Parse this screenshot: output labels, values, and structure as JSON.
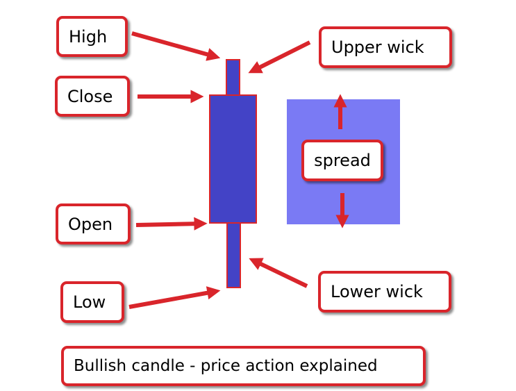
{
  "labels": {
    "high": "High",
    "close": "Close",
    "open": "Open",
    "low": "Low",
    "upper_wick": "Upper wick",
    "lower_wick": "Lower wick",
    "spread": "spread"
  },
  "caption": "Bullish candle - price action explained",
  "colors": {
    "candle_body": "#4343c6",
    "candle_outline": "#d9252b",
    "spread_panel": "#7a7af4",
    "arrow": "#d9252b",
    "label_border": "#d9252b"
  }
}
